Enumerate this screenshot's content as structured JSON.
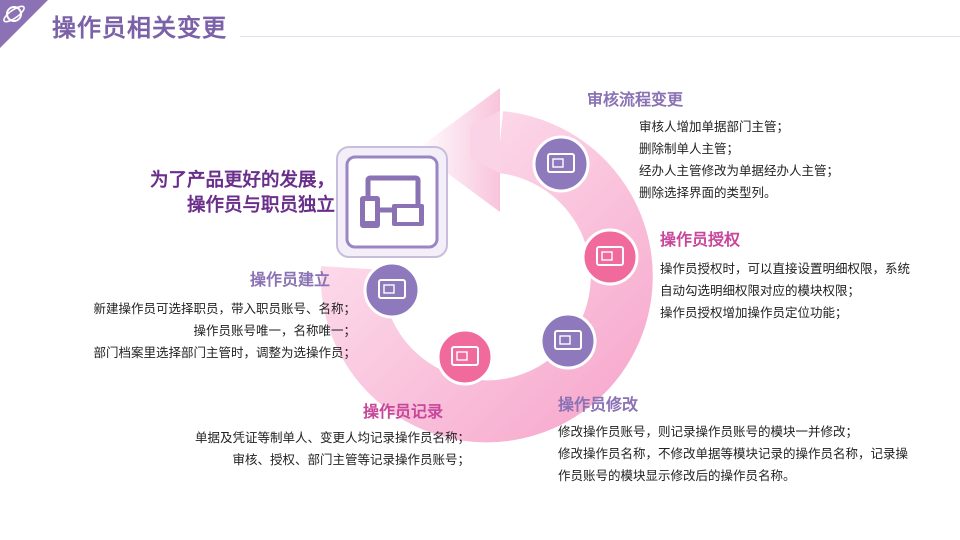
{
  "page": {
    "title": "操作员相关变更"
  },
  "slogan": {
    "line1": "为了产品更好的发展，",
    "line2": "操作员与职员独立"
  },
  "sections": {
    "audit_flow": {
      "title": "审核流程变更",
      "lines": [
        "审核人增加单据部门主管；",
        "删除制单人主管；",
        "经办人主管修改为单据经办人主管；",
        "删除选择界面的类型列。"
      ]
    },
    "authorization": {
      "title": "操作员授权",
      "lines": [
        "操作员授权时，可以直接设置明细权限，系统",
        "自动勾选明细权限对应的模块权限；",
        "操作员授权增加操作员定位功能；"
      ]
    },
    "modify": {
      "title": "操作员修改",
      "lines": [
        "修改操作员账号，则记录操作员账号的模块一并修改；",
        "修改操作员名称，不修改单据等模块记录的操作员名称，记录操",
        "作员账号的模块显示修改后的操作员名称。"
      ]
    },
    "record": {
      "title": "操作员记录",
      "lines": [
        "单据及凭证等制单人、变更人均记录操作员名称；",
        "审核、授权、部门主管等记录操作员账号；"
      ]
    },
    "create": {
      "title": "操作员建立",
      "lines": [
        "新建操作员可选择职员，带入职员账号、名称；",
        "操作员账号唯一，名称唯一；",
        "部门档案里选择部门主管时，调整为选操作员；"
      ]
    }
  },
  "colors": {
    "title": "#7b62a8",
    "purple": "#8a72b5",
    "pink": "#c8479b",
    "ring": "#f7b6d5",
    "node_pink": "#f06a9c",
    "node_purple": "#8e79bd"
  },
  "icons": {
    "corner": "planet-icon",
    "center": "devices-icon",
    "node": "monitor-icon"
  }
}
